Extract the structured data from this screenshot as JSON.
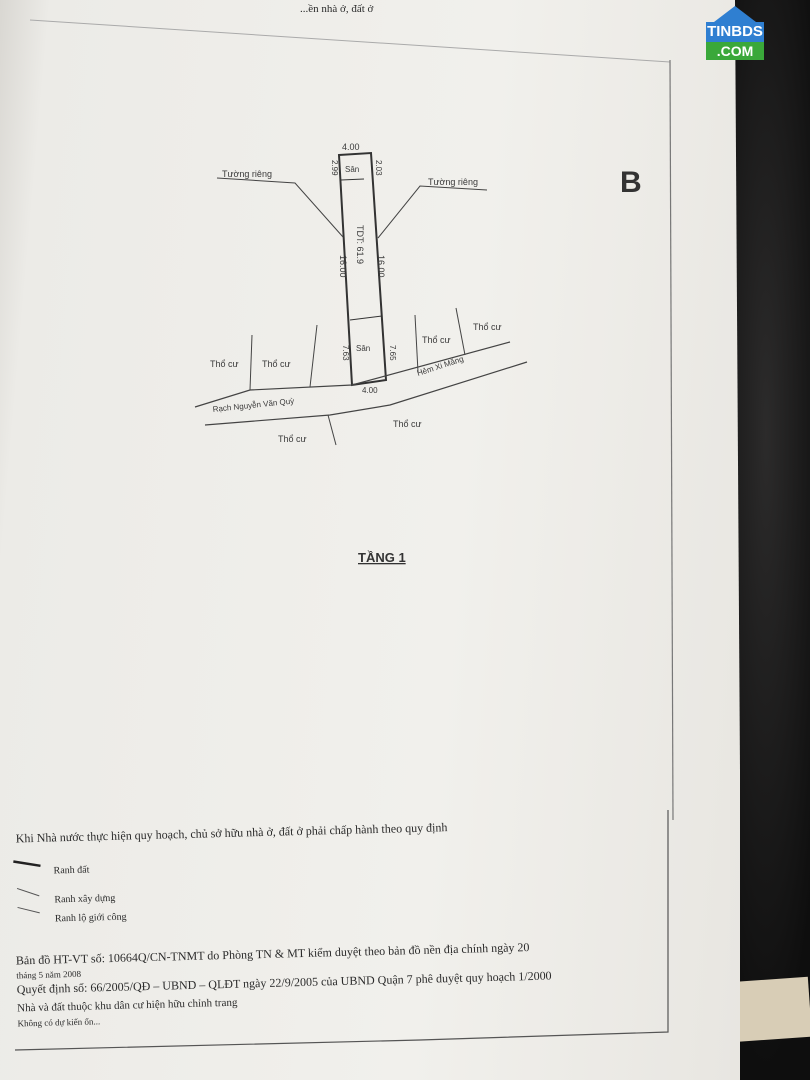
{
  "header_fragment": "...ền nhà ở, đất ở",
  "section_letter": "B",
  "watermark_logo": {
    "line1": "TINBDS",
    "line2": ".COM"
  },
  "plan": {
    "top_width": "4.00",
    "left_top_dim": "2.99",
    "right_top_dim": "2.03",
    "top_yard": "Sân",
    "wall_label_left": "Tường riêng",
    "wall_label_right": "Tường riêng",
    "house_label": "TDT: 61.9",
    "left_length": "16.00",
    "right_length": "16.00",
    "front_yard": "Sân",
    "left_front_dim": "7.63",
    "right_front_dim": "7.65",
    "bottom_width": "4.00",
    "neighbors": [
      "Thổ cư",
      "Thổ cư",
      "Thổ cư",
      "Thổ cư",
      "Thổ cư",
      "Thổ cư"
    ],
    "road_left": "Rạch Nguyễn Văn Quỳ",
    "road_right": "Hẻm Xi Măng"
  },
  "floor_title": "TẦNG 1",
  "notes": {
    "line1": "Khi Nhà nước thực hiện quy hoạch, chủ sở hữu nhà ở, đất ở phải chấp hành theo quy định",
    "legend": [
      "Ranh đất",
      "Ranh xây dựng",
      "Ranh lộ giới công"
    ],
    "line2": "Bản đồ HT-VT số: 10664Q/CN-TNMT do Phòng TN & MT kiểm duyệt theo bản đồ nền địa chính ngày 20",
    "line2b": "tháng 5 năm 2008",
    "line3": "Quyết định số: 66/2005/QĐ – UBND – QLĐT ngày 22/9/2005 của UBND Quận 7 phê duyệt quy hoạch 1/2000",
    "line4": "Nhà và đất thuộc khu dân cư hiện hữu chỉnh trang",
    "line5": "Không có dự kiến ổn..."
  }
}
